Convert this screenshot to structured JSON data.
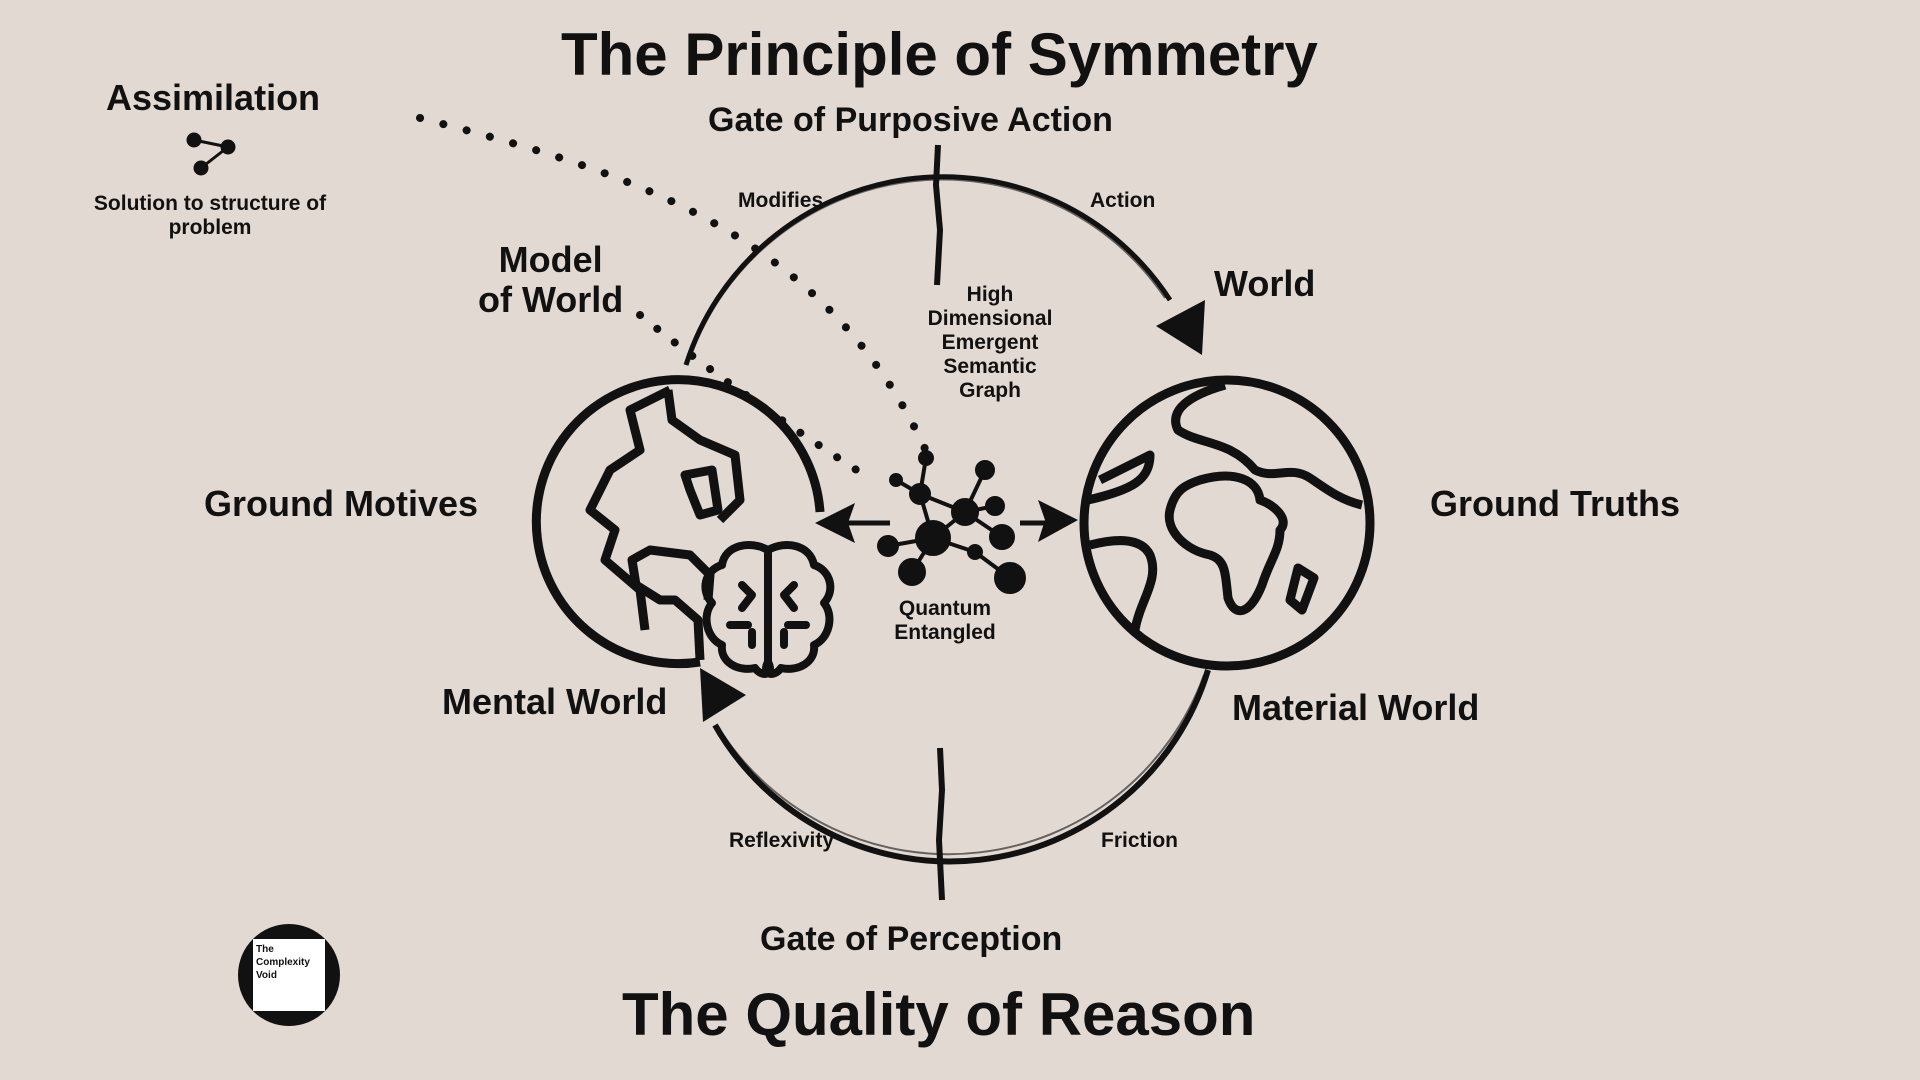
{
  "titles": {
    "top": "The Principle of Symmetry",
    "bottom": "The Quality of Reason"
  },
  "gates": {
    "top": "Gate of Purposive Action",
    "bottom": "Gate of Perception"
  },
  "arcs": {
    "modifies": "Modifies",
    "action": "Action",
    "reflexivity": "Reflexivity",
    "friction": "Friction"
  },
  "labels": {
    "world": "World",
    "model_of_world": [
      "Model",
      "of World"
    ],
    "ground_motives": "Ground Motives",
    "ground_truths": "Ground Truths",
    "mental_world": "Mental World",
    "material_world": "Material World"
  },
  "center": {
    "graph_label": [
      "High",
      "Dimensional",
      "Emergent",
      "Semantic",
      "Graph"
    ],
    "quantum_label": [
      "Quantum",
      "Entangled"
    ]
  },
  "assimilation": {
    "title": "Assimilation",
    "caption": [
      "Solution to structure of",
      "problem"
    ]
  },
  "logo": {
    "lines": [
      "The",
      "Complexity",
      "Void"
    ]
  },
  "colors": {
    "background": "#e2d9d3",
    "ink": "#111111"
  }
}
